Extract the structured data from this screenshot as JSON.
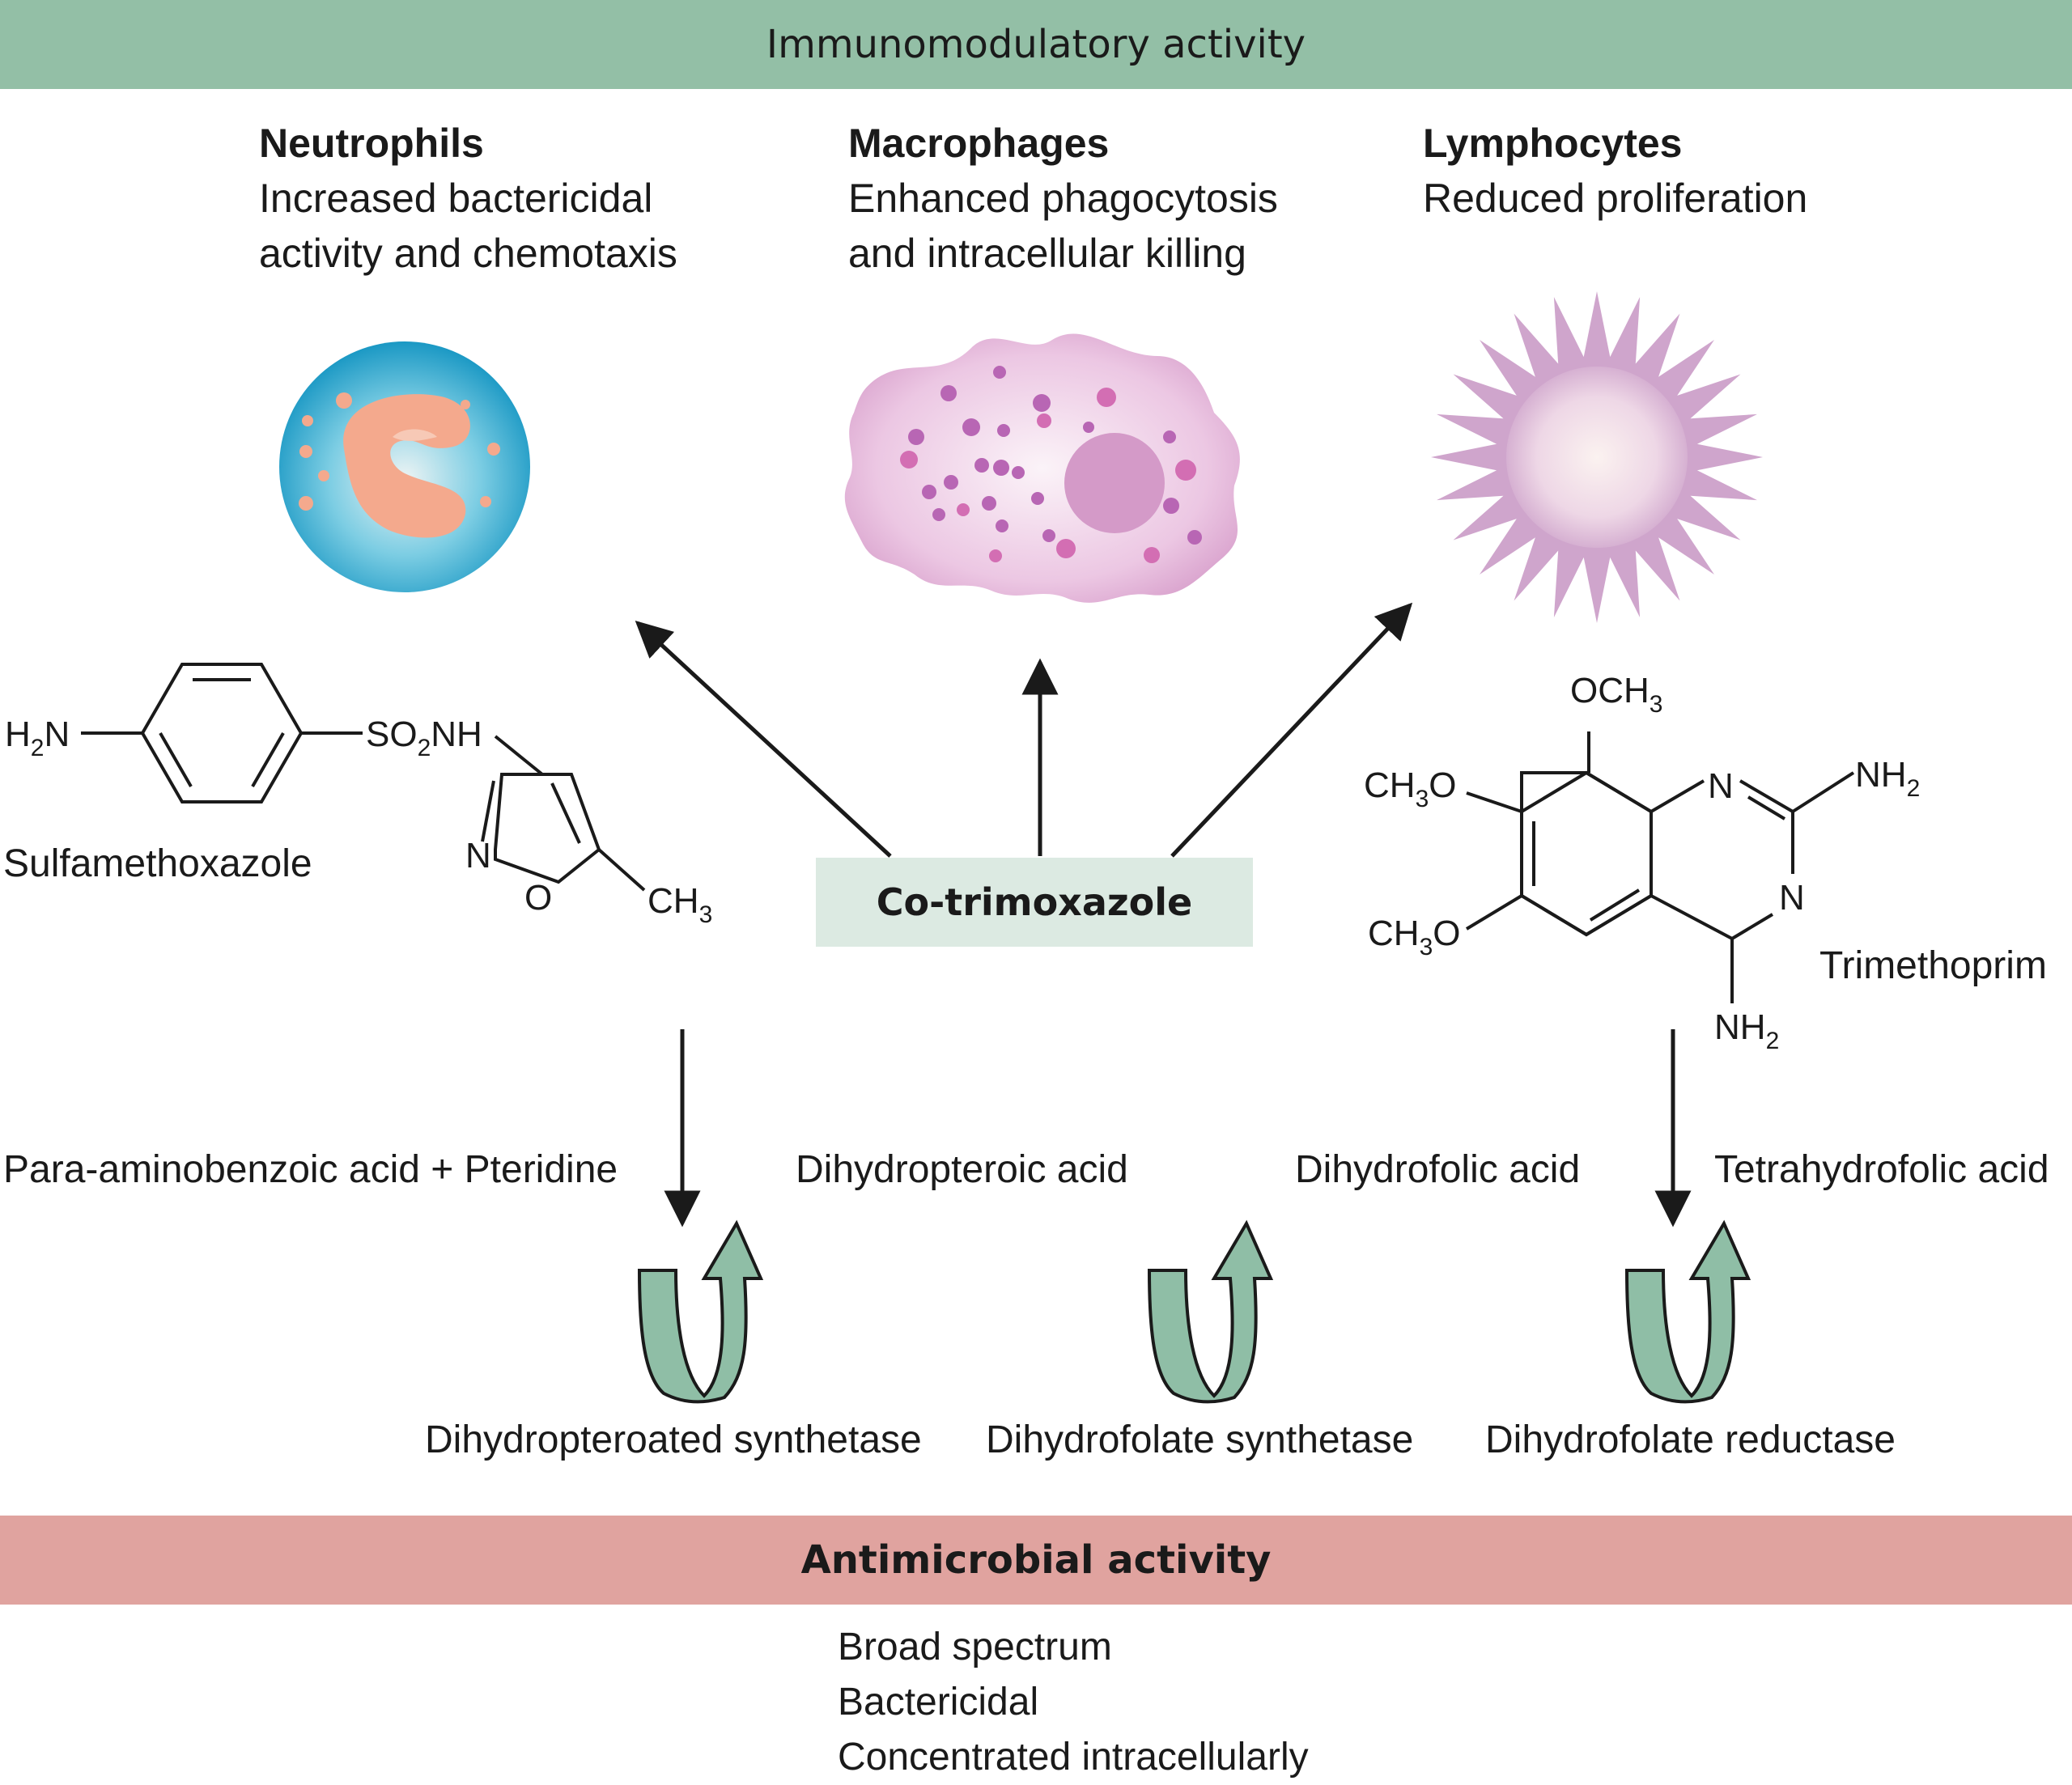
{
  "top_band": {
    "label": "Immunomodulatory activity",
    "color": "#93bfa6"
  },
  "bottom_band": {
    "label": "Antimicrobial activity",
    "color": "#e0a39f"
  },
  "center": {
    "label": "Co-trimoxazole",
    "color": "#dceae2"
  },
  "cells": [
    {
      "title": "Neutrophils",
      "lines": [
        "Increased bactericidal",
        "activity and chemotaxis"
      ],
      "icon": "neutrophil-cell-icon"
    },
    {
      "title": "Macrophages",
      "lines": [
        "Enhanced phagocytosis",
        "and intracellular killing"
      ],
      "icon": "macrophage-cell-icon"
    },
    {
      "title": "Lymphocytes",
      "lines": [
        "Reduced proliferation"
      ],
      "icon": "lymphocyte-cell-icon"
    }
  ],
  "drugs": {
    "left": {
      "name": "Sulfamethoxazole",
      "labels": {
        "h2n": "H",
        "h2n_sub": "2",
        "h2n_end": "N",
        "so2nh": "SO",
        "so2nh_sub": "2",
        "so2nh_end": "NH",
        "n": "N",
        "o": "O",
        "ch3": "CH",
        "ch3_sub": "3"
      }
    },
    "right": {
      "name": "Trimethoprim",
      "labels": {
        "och3": "OCH",
        "och3_sub": "3",
        "ch3o_a": "CH",
        "ch3o_a_sub": "3",
        "ch3o_a_end": "O",
        "ch3o_b": "CH",
        "ch3o_b_sub": "3",
        "ch3o_b_end": "O",
        "n1": "N",
        "n2": "N",
        "nh2_a": "NH",
        "nh2_a_sub": "2",
        "nh2_b": "NH",
        "nh2_b_sub": "2"
      }
    }
  },
  "pathway": [
    "Para-aminobenzoic acid + Pteridine",
    "Dihydropteroic acid",
    "Dihydrofolic acid",
    "Tetrahydrofolic acid"
  ],
  "enzymes": [
    "Dihydropteroated synthetase",
    "Dihydrofolate synthetase",
    "Dihydrofolate reductase"
  ],
  "properties": [
    "Broad spectrum",
    "Bactericidal",
    "Concentrated intracellularly"
  ],
  "colors": {
    "enzyme_arrow": "#8fbea6",
    "arrow": "#1a1a1a"
  }
}
